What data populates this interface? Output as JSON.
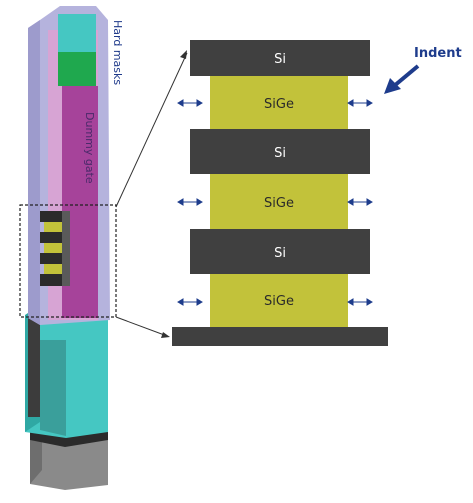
{
  "diagram": {
    "structure_labels": {
      "hard_masks": "Hard masks",
      "dummy_gate": "Dummy gate"
    },
    "layer_stack": [
      {
        "material": "Si",
        "type": "si"
      },
      {
        "material": "SiGe",
        "type": "sige"
      },
      {
        "material": "Si",
        "type": "si"
      },
      {
        "material": "SiGe",
        "type": "sige"
      },
      {
        "material": "Si",
        "type": "si"
      },
      {
        "material": "SiGe",
        "type": "sige"
      }
    ],
    "indent_label": "Indent",
    "colors": {
      "si": "#404040",
      "sige": "#c2c23a",
      "hard_mask_cyan": "#45c7c2",
      "hard_mask_green": "#1fa84e",
      "dummy_gate": "#a6439a",
      "spacer": "#b5b3dd",
      "base_grey": "#8a8a8a",
      "arrow_blue": "#1e3c8c"
    }
  }
}
